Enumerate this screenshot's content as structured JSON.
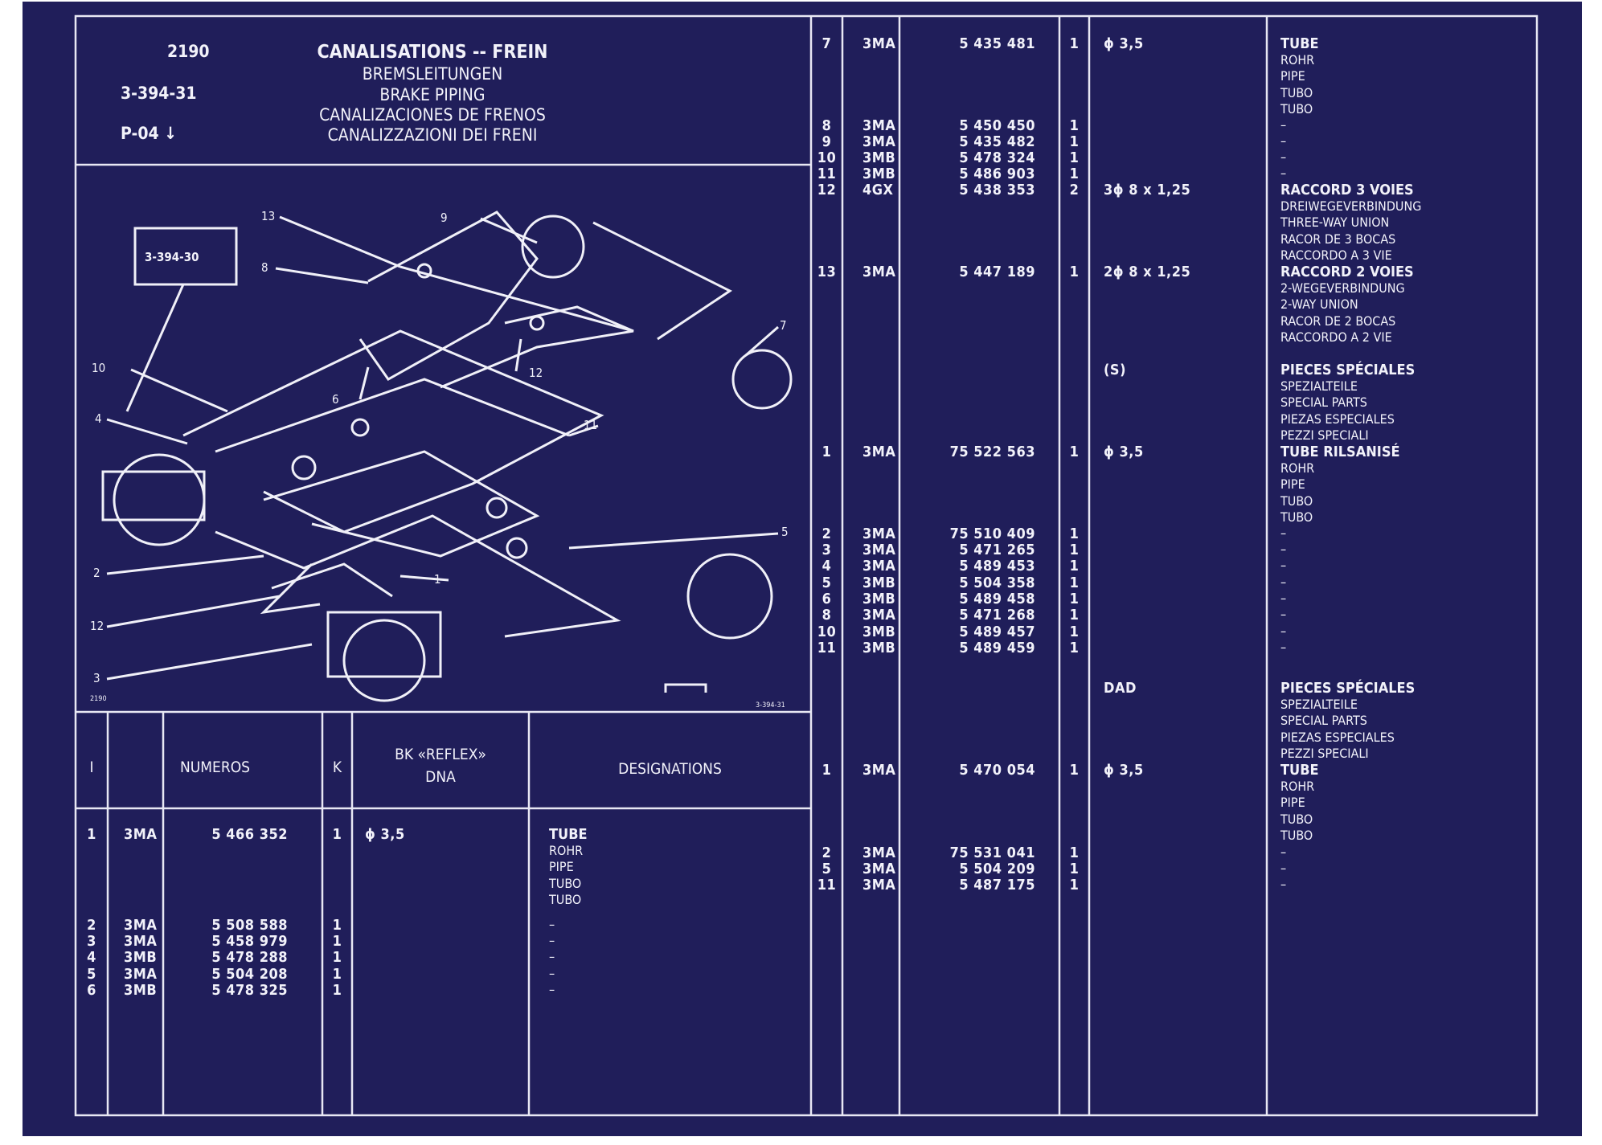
{
  "header": {
    "model": "2190",
    "plate": "3-394-31",
    "page": "P-04 ↓",
    "titles": [
      "CANALISATIONS -- FREIN",
      "BREMSLEITUNGEN",
      "BRAKE PIPING",
      "CANALIZACIONES DE FRENOS",
      "CANALIZZAZIONI DEI FRENI"
    ]
  },
  "diagram": {
    "ref_box": "3-394-30",
    "callouts": [
      "13",
      "9",
      "8",
      "7",
      "10",
      "12",
      "6",
      "4",
      "11",
      "5",
      "2",
      "1",
      "12",
      "3"
    ],
    "corner_left": "2190",
    "corner_right": "3-394-31"
  },
  "table_header": {
    "col_i": "I",
    "col_numeros": "NUMEROS",
    "col_k": "K",
    "col_bk": "BK «REFLEX»",
    "col_dna": "DNA",
    "col_designations": "DESIGNATIONS"
  },
  "left_rows": [
    {
      "i": "1",
      "code": "3MA",
      "num": "5 466 352",
      "k": "1",
      "bk": "ϕ 3,5",
      "des": [
        "TUBE",
        "ROHR",
        "PIPE",
        "TUBO",
        "TUBO"
      ]
    },
    {
      "i": "2",
      "code": "3MA",
      "num": "5 508 588",
      "k": "1",
      "bk": "",
      "des": [
        "–"
      ]
    },
    {
      "i": "3",
      "code": "3MA",
      "num": "5 458 979",
      "k": "1",
      "bk": "",
      "des": [
        "–"
      ]
    },
    {
      "i": "4",
      "code": "3MB",
      "num": "5 478 288",
      "k": "1",
      "bk": "",
      "des": [
        "–"
      ]
    },
    {
      "i": "5",
      "code": "3MA",
      "num": "5 504 208",
      "k": "1",
      "bk": "",
      "des": [
        "–"
      ]
    },
    {
      "i": "6",
      "code": "3MB",
      "num": "5 478 325",
      "k": "1",
      "bk": "",
      "des": [
        "–"
      ]
    }
  ],
  "right_rows": [
    {
      "i": "7",
      "code": "3MA",
      "num": "5 435 481",
      "k": "1",
      "bk": "ϕ 3,5",
      "des": [
        "TUBE",
        "ROHR",
        "PIPE",
        "TUBO",
        "TUBO"
      ]
    },
    {
      "i": "8",
      "code": "3MA",
      "num": "5 450 450",
      "k": "1",
      "bk": "",
      "des": [
        "–"
      ]
    },
    {
      "i": "9",
      "code": "3MA",
      "num": "5 435 482",
      "k": "1",
      "bk": "",
      "des": [
        "–"
      ]
    },
    {
      "i": "10",
      "code": "3MB",
      "num": "5 478 324",
      "k": "1",
      "bk": "",
      "des": [
        "–"
      ]
    },
    {
      "i": "11",
      "code": "3MB",
      "num": "5 486 903",
      "k": "1",
      "bk": "",
      "des": [
        "–"
      ]
    },
    {
      "i": "12",
      "code": "4GX",
      "num": "5 438 353",
      "k": "2",
      "bk": "3ϕ 8 x 1,25",
      "des": [
        "RACCORD 3 VOIES",
        "DREIWEGEVERBINDUNG",
        "THREE-WAY UNION",
        "RACOR DE 3 BOCAS",
        "RACCORDO A 3 VIE"
      ]
    },
    {
      "i": "13",
      "code": "3MA",
      "num": "5 447 189",
      "k": "1",
      "bk": "2ϕ 8 x 1,25",
      "des": [
        "RACCORD 2 VOIES",
        "2-WEGEVERBINDUNG",
        "2-WAY UNION",
        "RACOR DE 2 BOCAS",
        "RACCORDO A 2 VIE"
      ]
    },
    {
      "i": "",
      "code": "",
      "num": "",
      "k": "",
      "bk": "(S)",
      "des": [
        "PIECES SPÉCIALES",
        "SPEZIALTEILE",
        "SPECIAL PARTS",
        "PIEZAS ESPECIALES",
        "PEZZI SPECIALI"
      ]
    },
    {
      "i": "1",
      "code": "3MA",
      "num": "75 522 563",
      "k": "1",
      "bk": "ϕ 3,5",
      "des": [
        "TUBE RILSANISÉ",
        "ROHR",
        "PIPE",
        "TUBO",
        "TUBO"
      ]
    },
    {
      "i": "2",
      "code": "3MA",
      "num": "75 510 409",
      "k": "1",
      "bk": "",
      "des": [
        "–"
      ]
    },
    {
      "i": "3",
      "code": "3MA",
      "num": "5 471 265",
      "k": "1",
      "bk": "",
      "des": [
        "–"
      ]
    },
    {
      "i": "4",
      "code": "3MA",
      "num": "5 489 453",
      "k": "1",
      "bk": "",
      "des": [
        "–"
      ]
    },
    {
      "i": "5",
      "code": "3MB",
      "num": "5 504 358",
      "k": "1",
      "bk": "",
      "des": [
        "–"
      ]
    },
    {
      "i": "6",
      "code": "3MB",
      "num": "5 489 458",
      "k": "1",
      "bk": "",
      "des": [
        "–"
      ]
    },
    {
      "i": "8",
      "code": "3MA",
      "num": "5 471 268",
      "k": "1",
      "bk": "",
      "des": [
        "–"
      ]
    },
    {
      "i": "10",
      "code": "3MB",
      "num": "5 489 457",
      "k": "1",
      "bk": "",
      "des": [
        "–"
      ]
    },
    {
      "i": "11",
      "code": "3MB",
      "num": "5 489 459",
      "k": "1",
      "bk": "",
      "des": [
        "–"
      ]
    },
    {
      "i": "",
      "code": "",
      "num": "",
      "k": "",
      "bk": "DAD",
      "des": [
        "PIECES SPÉCIALES",
        "SPEZIALTEILE",
        "SPECIAL PARTS",
        "PIEZAS ESPECIALES",
        "PEZZI SPECIALI"
      ]
    },
    {
      "i": "1",
      "code": "3MA",
      "num": "5 470 054",
      "k": "1",
      "bk": "ϕ 3,5",
      "des": [
        "TUBE",
        "ROHR",
        "PIPE",
        "TUBO",
        "TUBO"
      ]
    },
    {
      "i": "2",
      "code": "3MA",
      "num": "75 531 041",
      "k": "1",
      "bk": "",
      "des": [
        "–"
      ]
    },
    {
      "i": "5",
      "code": "3MA",
      "num": "5 504 209",
      "k": "1",
      "bk": "",
      "des": [
        "–"
      ]
    },
    {
      "i": "11",
      "code": "3MA",
      "num": "5 487 175",
      "k": "1",
      "bk": "",
      "des": [
        "–"
      ]
    }
  ],
  "colors": {
    "background": "#201e5a",
    "ink": "#f2f2fa"
  }
}
